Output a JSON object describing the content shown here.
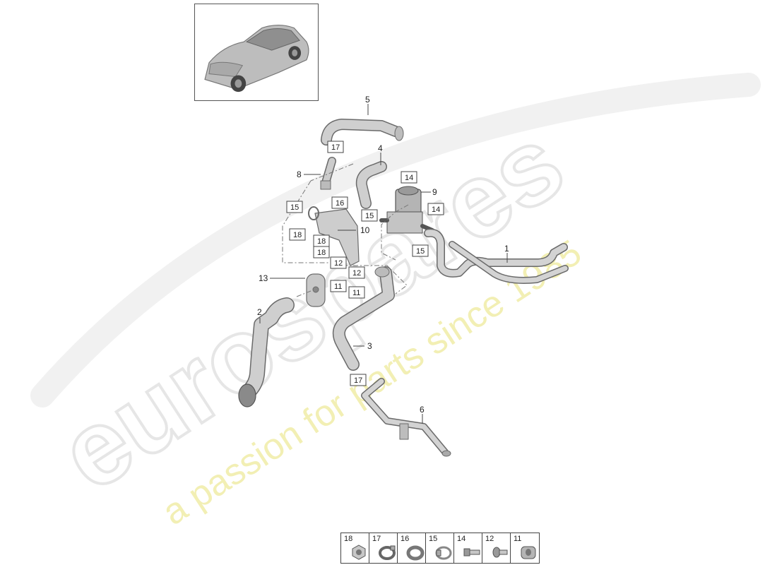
{
  "watermark": {
    "brand": "eurospares",
    "tagline": "a passion for parts since 1985"
  },
  "thumbnail": {
    "icon": "suv-car-icon"
  },
  "callouts": {
    "c1": "1",
    "c2": "2",
    "c3": "3",
    "c4": "4",
    "c5": "5",
    "c6": "6",
    "c8": "8",
    "c9": "9",
    "c10": "10",
    "c13": "13"
  },
  "boxed_labels": {
    "b17a": "17",
    "b14a": "14",
    "b16": "16",
    "b15a": "15",
    "b14b": "14",
    "b15b": "15",
    "b18a": "18",
    "b18b": "18",
    "b18c": "18",
    "b15c": "15",
    "b12a": "12",
    "b12b": "12",
    "b11a": "11",
    "b11b": "11",
    "b17b": "17"
  },
  "legend": [
    {
      "number": "18",
      "icon": "nut-icon"
    },
    {
      "number": "17",
      "icon": "hose-clamp-icon"
    },
    {
      "number": "16",
      "icon": "spring-clamp-icon"
    },
    {
      "number": "15",
      "icon": "band-clamp-icon"
    },
    {
      "number": "14",
      "icon": "bolt-icon"
    },
    {
      "number": "12",
      "icon": "screw-icon"
    },
    {
      "number": "11",
      "icon": "grommet-icon"
    }
  ],
  "colors": {
    "part_fill": "#c9c9c9",
    "part_stroke": "#6a6a6a",
    "watermark_grey": "#ebebeb",
    "watermark_yellow": "#f3f0b8"
  }
}
